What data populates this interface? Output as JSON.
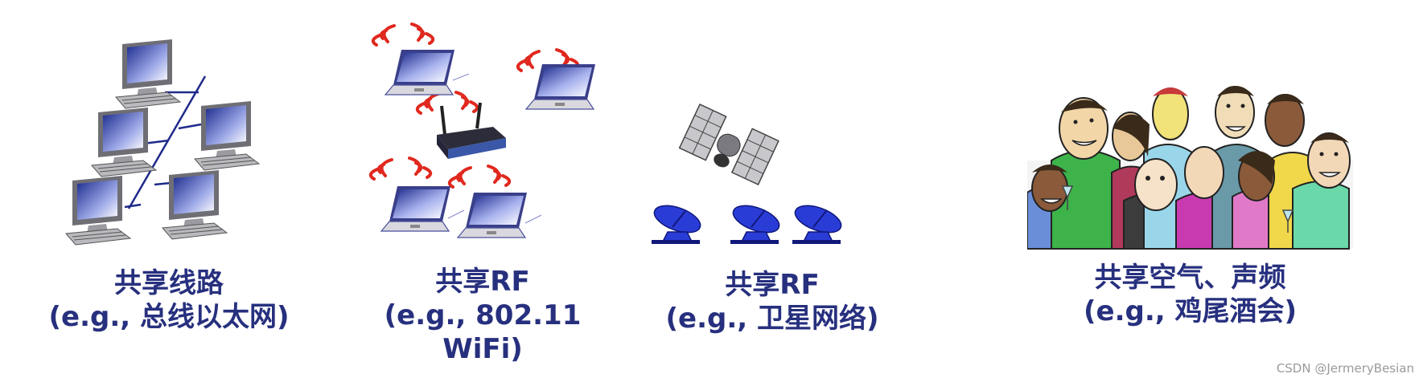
{
  "panels": [
    {
      "id": "wire",
      "line1": "共享线路",
      "line2": "(e.g., 总线以太网)"
    },
    {
      "id": "wifi",
      "line1": "共享RF",
      "line2": "(e.g., 802.11 WiFi)"
    },
    {
      "id": "satellite",
      "line1": "共享RF",
      "line2": "(e.g., 卫星网络)"
    },
    {
      "id": "party",
      "line1": "共享空气、声频",
      "line2": "(e.g., 鸡尾酒会)"
    }
  ],
  "watermark": "CSDN @JermeryBesian",
  "colors": {
    "caption": "#27307e",
    "wave": "#e0281e",
    "wire": "#1f2a8a",
    "dish": "#2a3cd6"
  }
}
